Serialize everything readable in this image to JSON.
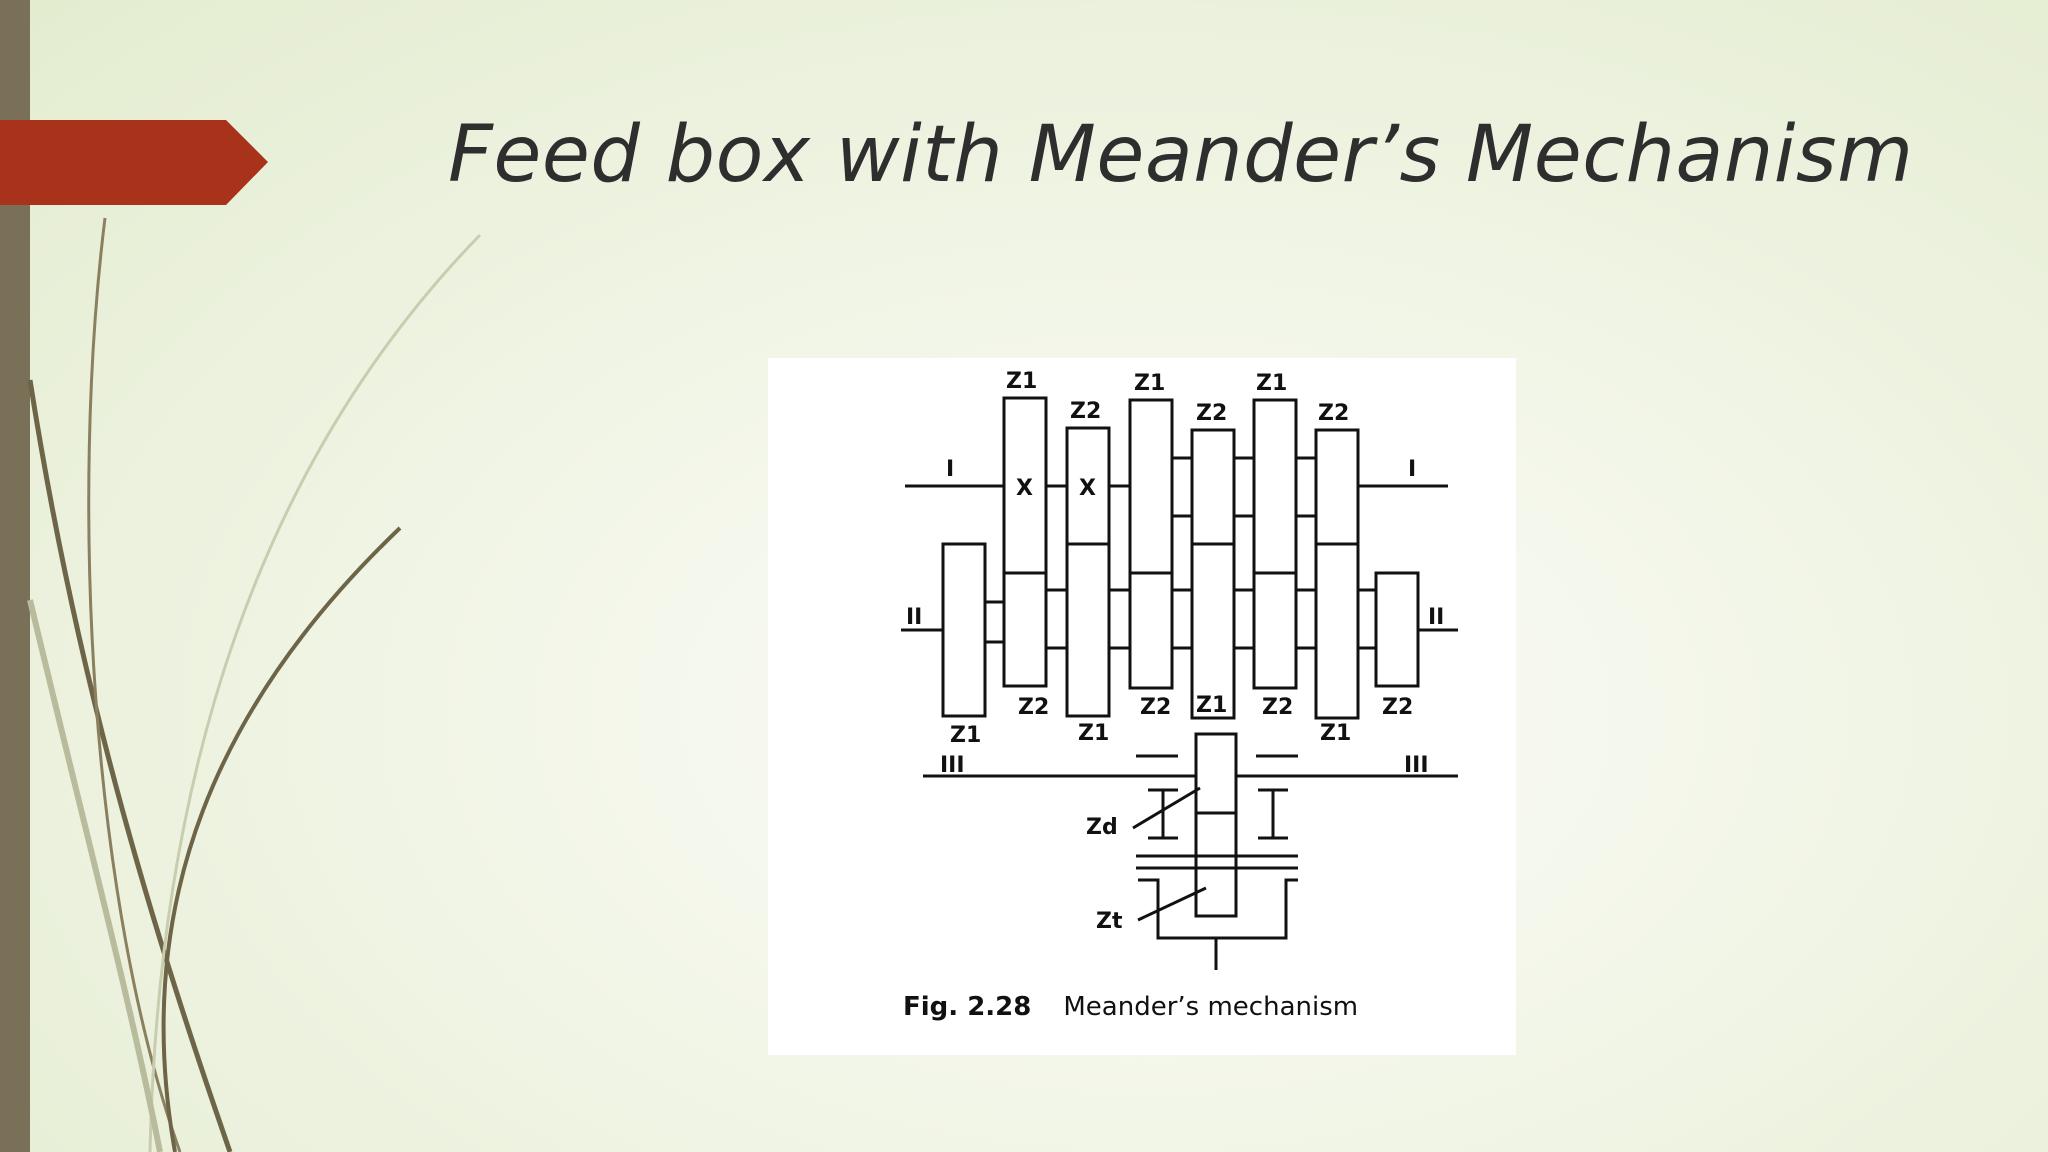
{
  "slide": {
    "title": "Feed box with Meander’s Mechanism"
  },
  "figure": {
    "caption_number": "Fig. 2.28",
    "caption_text": "Meander’s mechanism",
    "shaft_labels": {
      "shaft1_left": "I",
      "shaft1_right": "I",
      "shaft2_left": "II",
      "shaft2_right": "II",
      "shaft3_left": "III",
      "shaft3_right": "III"
    },
    "gear_labels_top": [
      "Z1",
      "Z2",
      "Z1",
      "Z2",
      "Z1",
      "Z2"
    ],
    "gear_labels_bottom": [
      "Z1",
      "Z2",
      "Z1",
      "Z2",
      "Z1",
      "Z2",
      "Z1",
      "Z2"
    ],
    "key_marks": [
      "X",
      "X"
    ],
    "label_zd": "Zd",
    "label_zt": "Zt"
  },
  "colors": {
    "accent_tab": "#a8321a",
    "left_bar": "#7a7057",
    "swoosh": "#6e6548"
  }
}
